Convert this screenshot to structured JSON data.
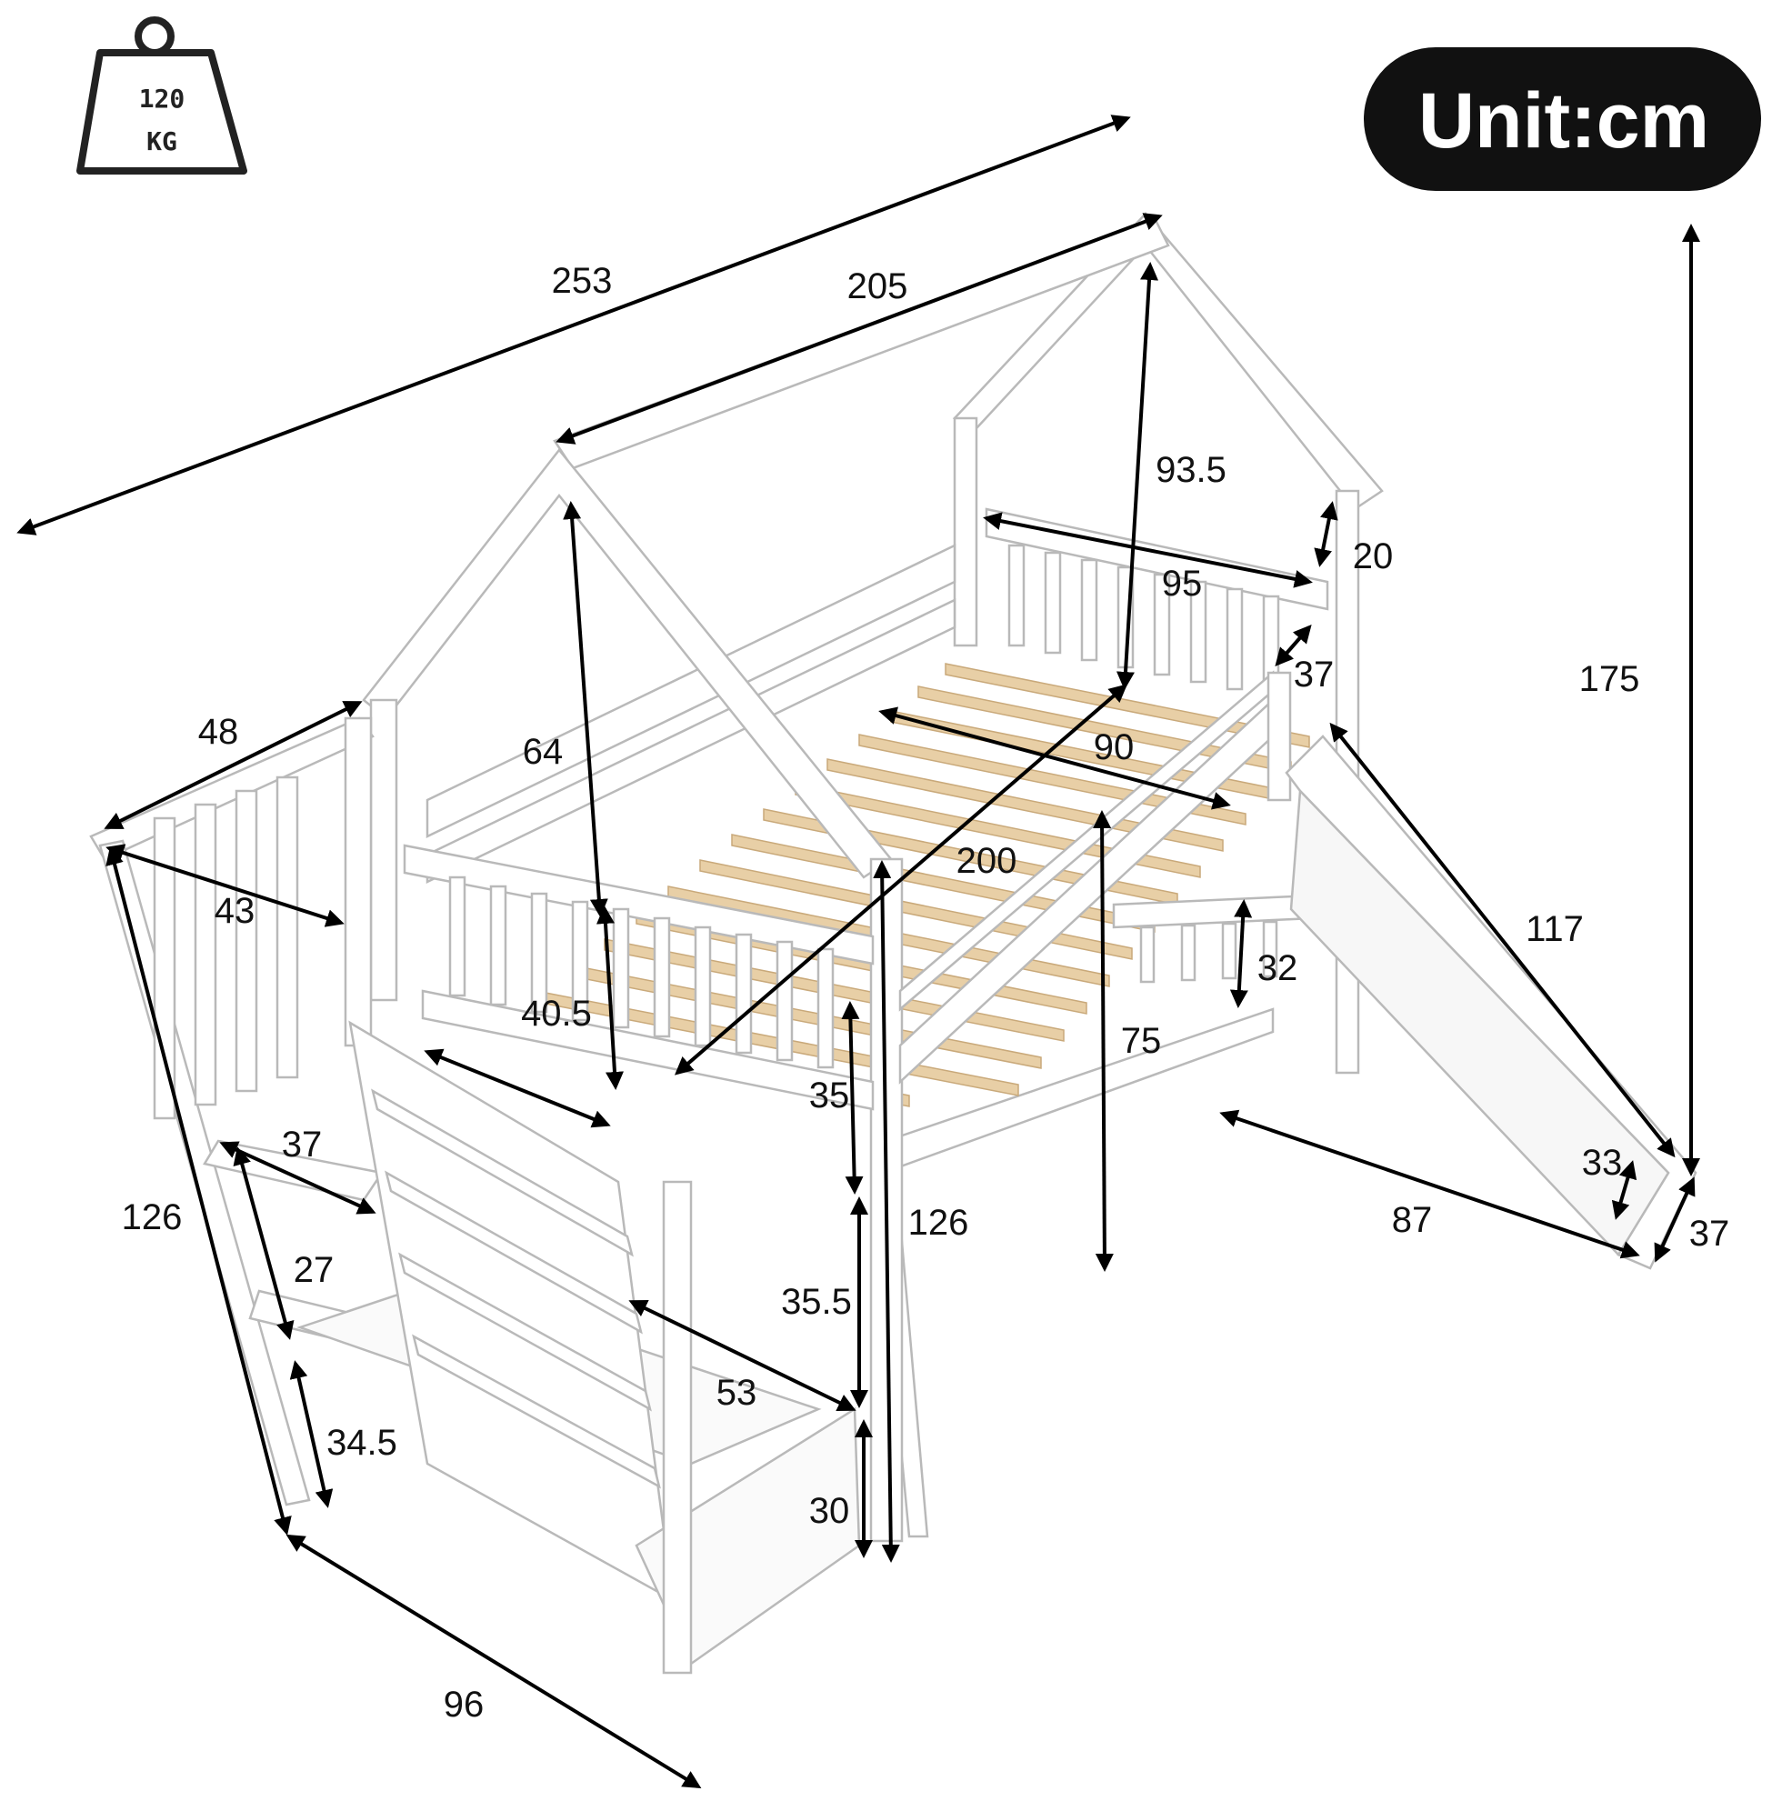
{
  "weight_badge": {
    "line1": "120",
    "line2": "KG",
    "icon": "weight-icon"
  },
  "unit_badge": {
    "text": "Unit:cm",
    "bg_color": "#111111",
    "text_color": "#ffffff"
  },
  "product_color": "#ffffff",
  "slat_color": "#e8cfa6",
  "dimensions": {
    "total_length": "253",
    "roof_length": "205",
    "roof_height": "93.5",
    "end_rail_width": "95",
    "rail_post_20": "20",
    "head_guard_37": "37",
    "total_height": "175",
    "stair_depth_top": "48",
    "gable_height": "64",
    "mattress_width": "90",
    "mattress_length": "200",
    "stair_rail_43": "43",
    "guard_height": "40.5",
    "slide_length": "117",
    "under_rail": "32",
    "under_clearance": "75",
    "step_depth": "37",
    "stair_height": "126",
    "step_height_27": "27",
    "side_gap": "35",
    "post_height": "126",
    "slide_foot": "87",
    "slide_side": "33",
    "slide_width": "37",
    "step_lower_35_5": "35.5",
    "step_width": "53",
    "step_34_5": "34.5",
    "bottom_step": "30",
    "base_depth": "96"
  }
}
